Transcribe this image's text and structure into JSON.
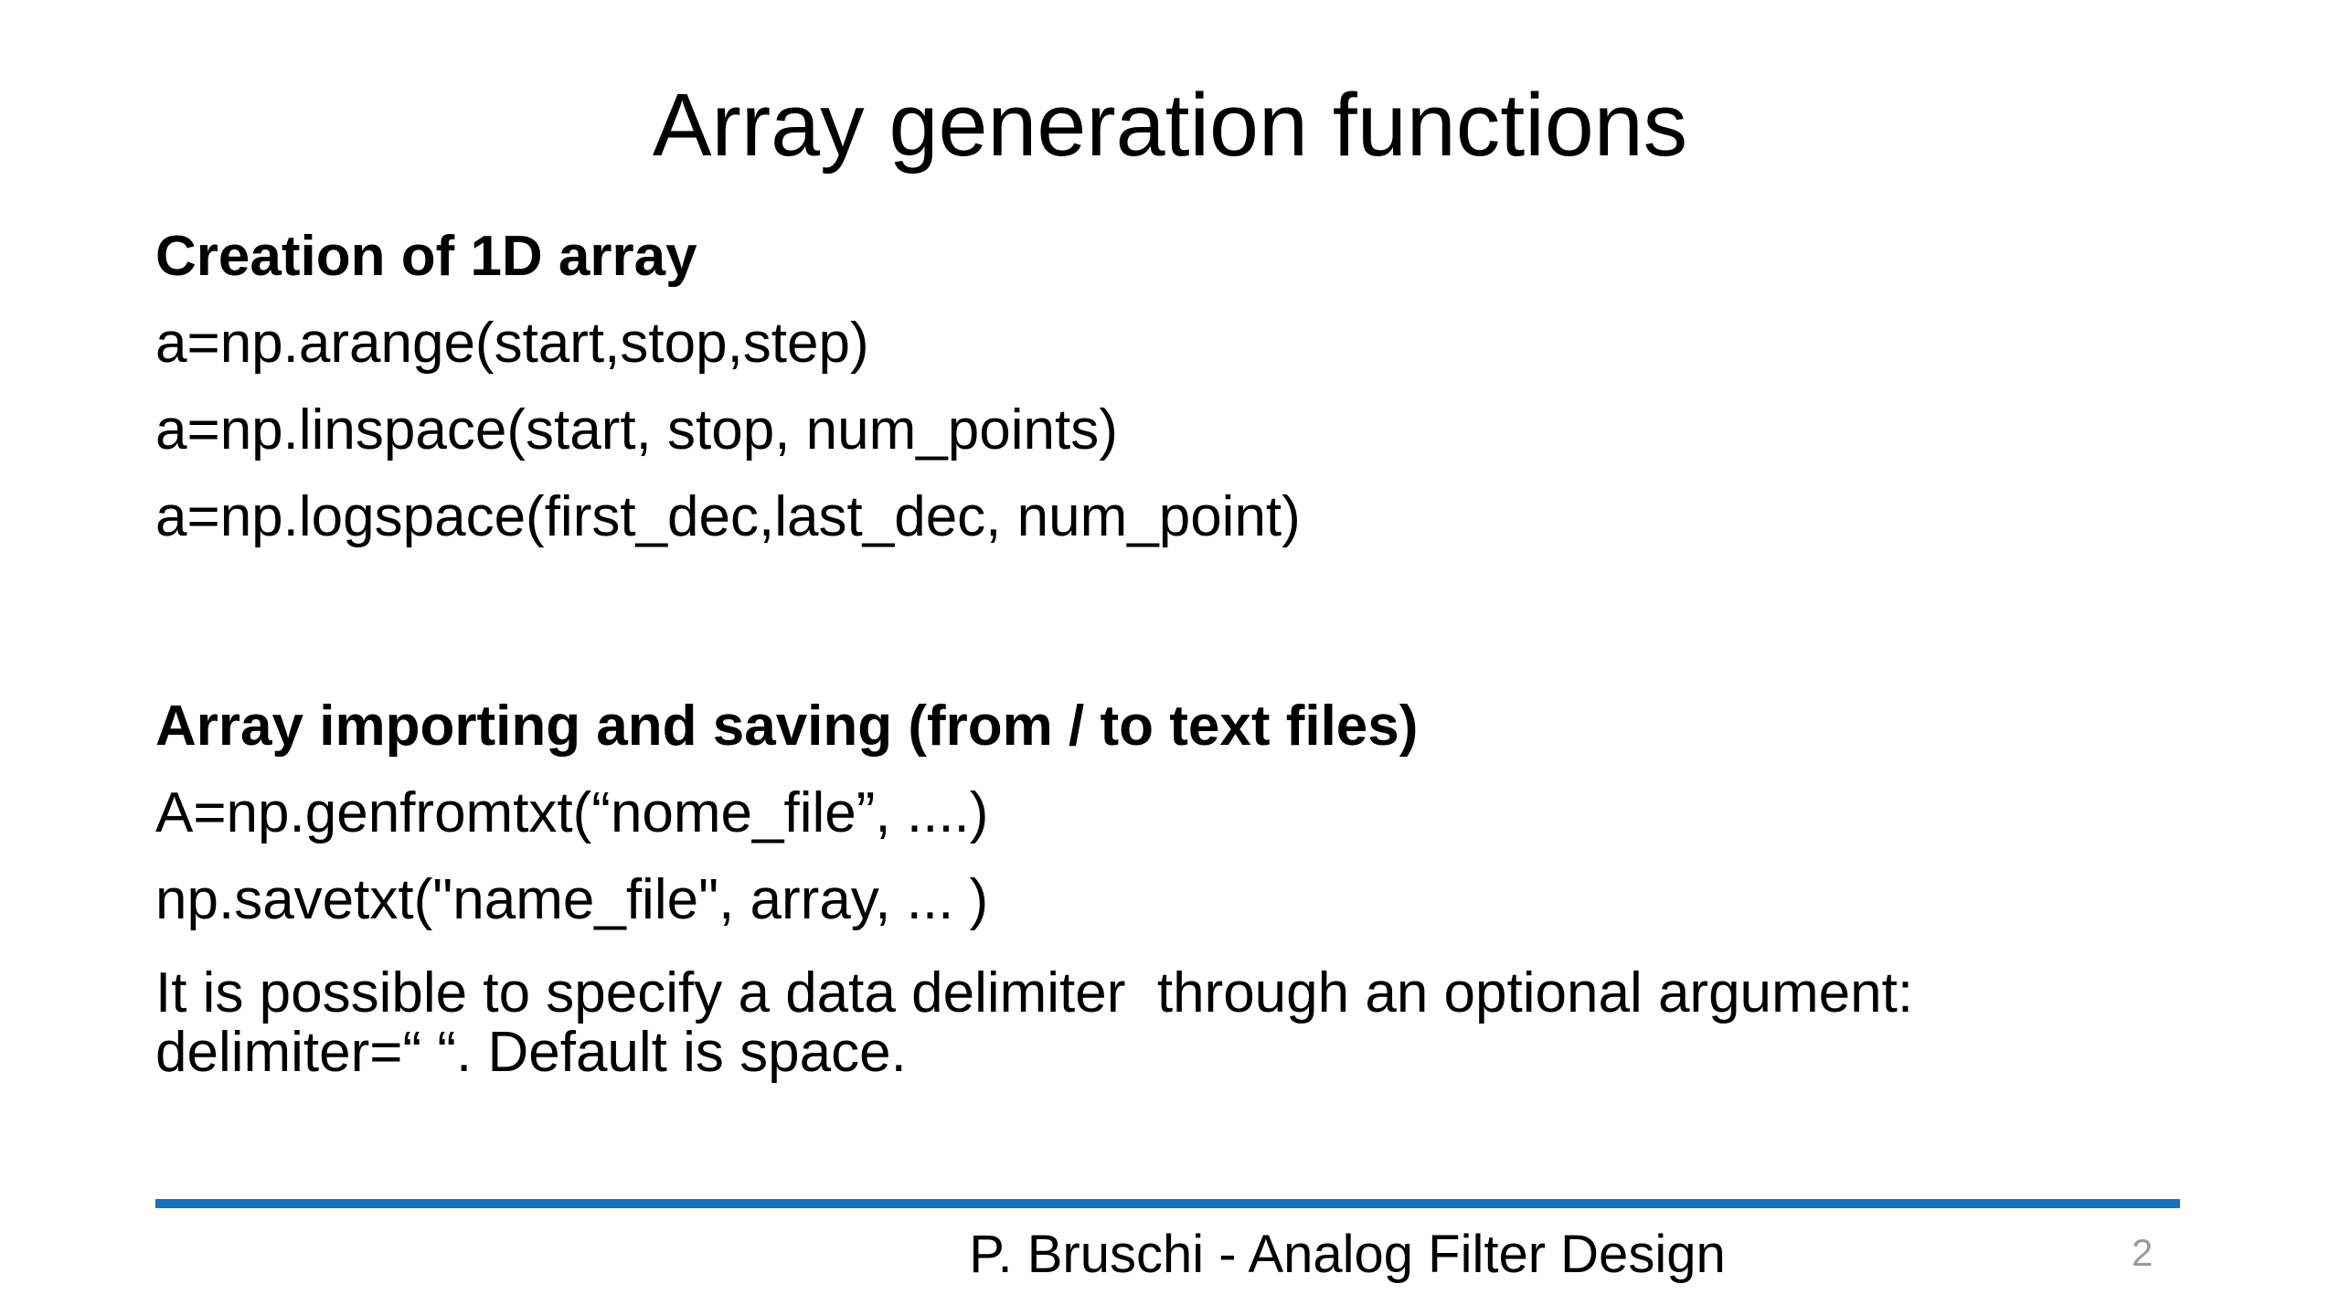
{
  "slide": {
    "title": "Array generation functions",
    "section1": {
      "heading": "Creation of 1D array",
      "line1": "a=np.arange(start,stop,step)",
      "line2": "a=np.linspace(start, stop, num_points)",
      "line3": "a=np.logspace(first_dec,last_dec, num_point)"
    },
    "section2": {
      "heading": "Array importing and saving (from / to text files)",
      "line1": "A=np.genfromtxt(“nome_file”, ....)",
      "line2": "np.savetxt(\"name_file\", array, ... )",
      "note_line1": "It is possible to specify a data delimiter  through an optional argument:",
      "note_line2": "delimiter=“ “. Default is space."
    },
    "footer": {
      "course": "P. Bruschi - Analog Filter Design",
      "page_number": "2"
    },
    "colors": {
      "divider_blue": "#1470C4",
      "page_number_gray": "#9B9B9B",
      "text_black": "#000000",
      "background": "#FFFFFF"
    }
  }
}
